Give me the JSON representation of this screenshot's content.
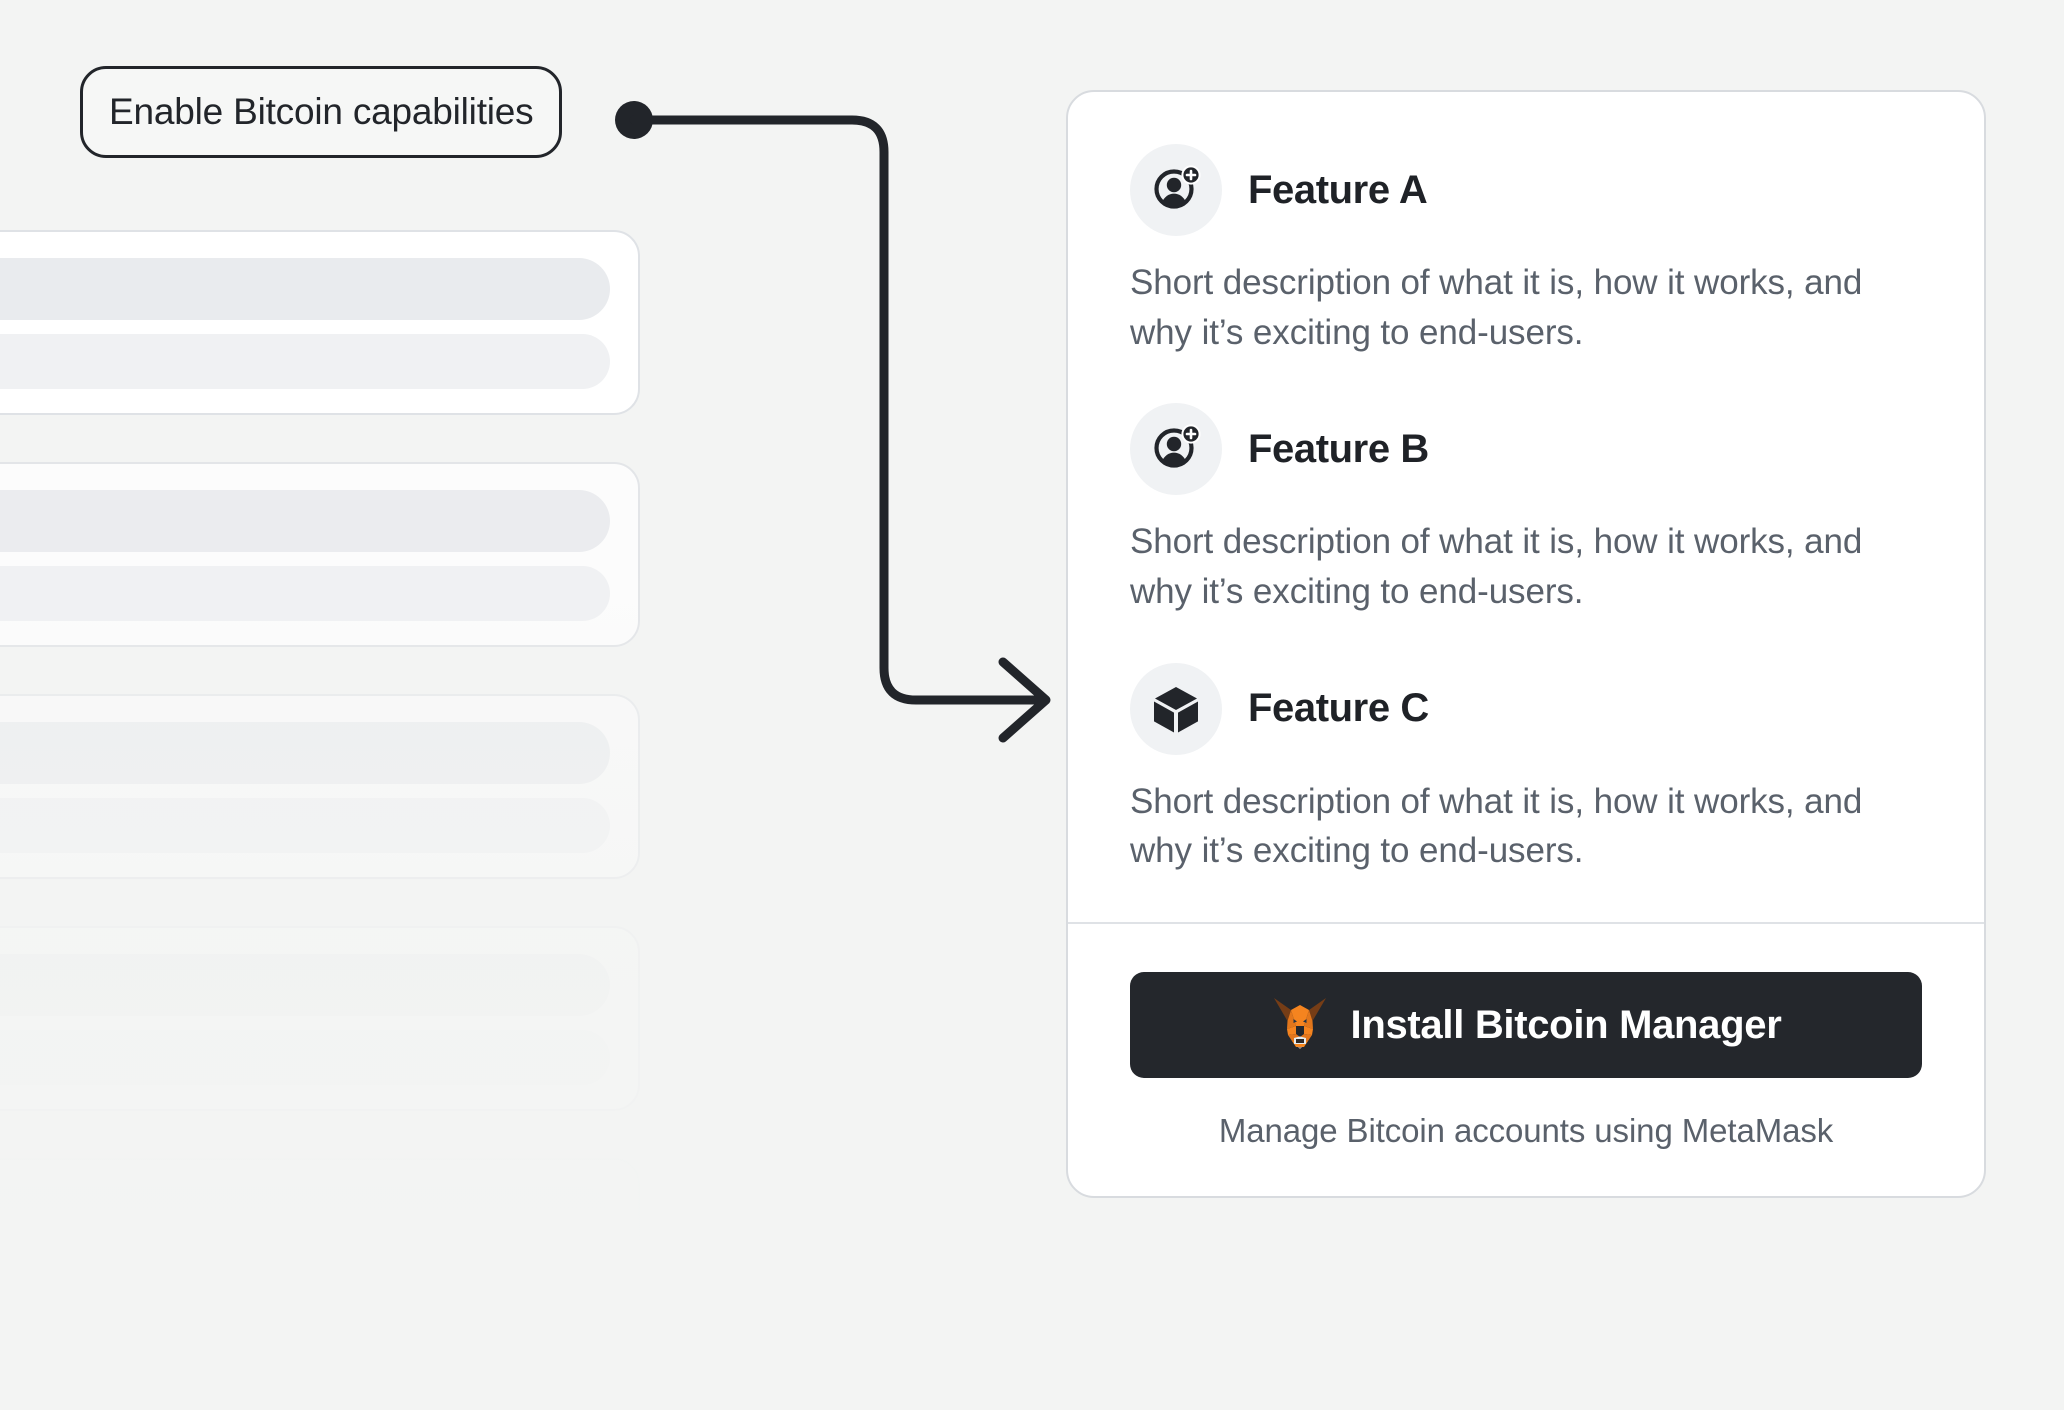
{
  "page": {
    "background_color": "#f3f4f3"
  },
  "annotation": {
    "label": "Enable Bitcoin capabilities",
    "connector_color": "#22252a"
  },
  "background_placeholder": {
    "card_count": 5,
    "card_color": "#ffffff",
    "bar_color": "#e9ebee"
  },
  "card": {
    "border_color": "#d8dbdf",
    "features": [
      {
        "icon": "add-user-icon",
        "title": "Feature A",
        "description": "Short description of what it is, how it works, and why it’s exciting to end-users."
      },
      {
        "icon": "add-user-icon",
        "title": "Feature B",
        "description": "Short description of what it is, how it works, and why it’s exciting to end-users."
      },
      {
        "icon": "cube-icon",
        "title": "Feature C",
        "description": "Short description of what it is, how it works, and why it’s exciting to end-users."
      }
    ],
    "footer": {
      "install_label": "Install Bitcoin Manager",
      "install_icon": "metamask-fox-icon",
      "install_bg_color": "#24272c",
      "caption": "Manage Bitcoin accounts using MetaMask"
    }
  }
}
